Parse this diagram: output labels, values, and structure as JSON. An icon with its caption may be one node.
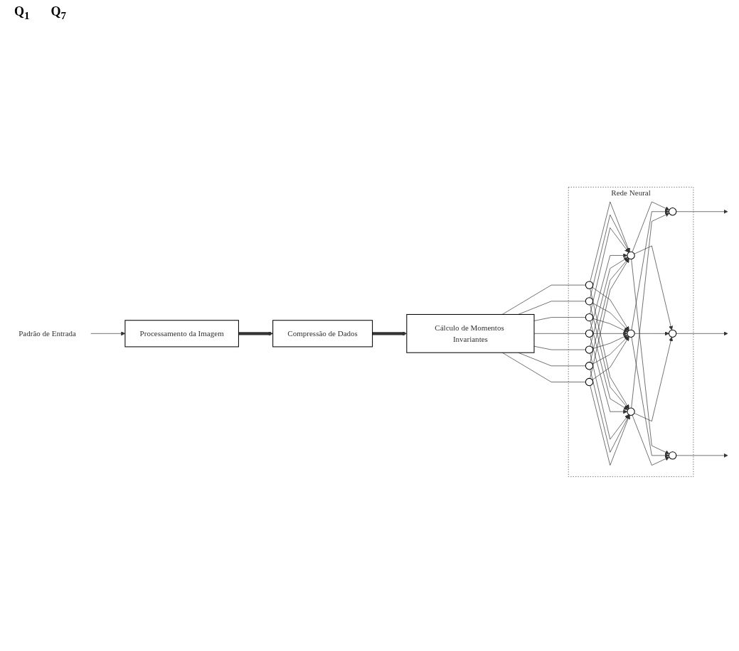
{
  "diagram": {
    "nodes": [
      {
        "text": [
          "Padrão de Entrada"
        ]
      },
      {
        "text": [
          "Processamento da Imagem"
        ]
      },
      {
        "text": [
          "Compressão de Dados"
        ]
      },
      {
        "text": [
          "Cálculo de Momentos Invariantes"
        ]
      },
      {
        "text": [
          "Rede Neural"
        ]
      },
      {
        "text": [],
        "shape": "circle",
        "in": 4
      },
      {
        "text": [],
        "shape": "circle",
        "in": 4
      },
      {
        "text": [],
        "shape": "circle",
        "in": 4
      },
      {
        "text": [],
        "shape": "circle",
        "in": 4
      },
      {
        "text": [],
        "shape": "circle",
        "in": 4
      },
      {
        "text": [],
        "shape": "circle",
        "in": 4
      },
      {
        "text": [],
        "shape": "circle",
        "in": 4
      },
      {
        "text": [],
        "shape": "circle",
        "in": 4
      },
      {
        "text": [],
        "shape": "circle",
        "in": 4
      },
      {
        "text": [],
        "shape": "circle",
        "in": 4
      },
      {
        "text": [],
        "shape": "circle",
        "in": 4
      },
      {
        "text": [],
        "shape": "circle",
        "in": 4
      },
      {
        "text": [],
        "shape": "circle",
        "in": 4
      }
    ],
    "edges": [
      {
        "from": 0,
        "to": 1,
        "arrow": "to"
      },
      {
        "from": 1,
        "to": 2,
        "arrow": "to",
        "style": "thick"
      },
      {
        "from": 2,
        "to": 3,
        "arrow": "to",
        "style": "thick"
      },
      {
        "from": 3,
        "to": 5,
        "arrow": "none"
      },
      {
        "from": 3,
        "to": 6,
        "arrow": "none"
      },
      {
        "from": 3,
        "to": 7,
        "arrow": "none"
      },
      {
        "from": 3,
        "to": 8,
        "arrow": "none"
      },
      {
        "from": 3,
        "to": 9,
        "arrow": "none"
      },
      {
        "from": 3,
        "to": 10,
        "arrow": "none"
      },
      {
        "from": 3,
        "to": 11,
        "arrow": "none"
      },
      {
        "from": 5,
        "to": 12,
        "arrow": "to"
      },
      {
        "from": 5,
        "to": 13,
        "arrow": "to"
      },
      {
        "from": 5,
        "to": 14,
        "arrow": "to"
      },
      {
        "from": 6,
        "to": 12,
        "arrow": "to"
      },
      {
        "from": 6,
        "to": 13,
        "arrow": "to"
      },
      {
        "from": 6,
        "to": 14,
        "arrow": "to"
      },
      {
        "from": 7,
        "to": 12,
        "arrow": "to"
      },
      {
        "from": 7,
        "to": 13,
        "arrow": "to"
      },
      {
        "from": 7,
        "to": 14,
        "arrow": "to"
      },
      {
        "from": 8,
        "to": 12,
        "arrow": "to"
      },
      {
        "from": 8,
        "to": 13,
        "arrow": "to"
      },
      {
        "from": 8,
        "to": 14,
        "arrow": "to"
      },
      {
        "from": 9,
        "to": 12,
        "arrow": "to"
      },
      {
        "from": 9,
        "to": 13,
        "arrow": "to"
      },
      {
        "from": 9,
        "to": 14,
        "arrow": "to"
      },
      {
        "from": 10,
        "to": 12,
        "arrow": "to"
      },
      {
        "from": 10,
        "to": 13,
        "arrow": "to"
      },
      {
        "from": 10,
        "to": 14,
        "arrow": "to"
      },
      {
        "from": 11,
        "to": 12,
        "arrow": "to"
      },
      {
        "from": 11,
        "to": 13,
        "arrow": "to"
      },
      {
        "from": 11,
        "to": 14,
        "arrow": "to"
      },
      {
        "from": 12,
        "to": 15,
        "arrow": "to"
      },
      {
        "from": 12,
        "to": 16,
        "arrow": "to"
      },
      {
        "from": 12,
        "to": 17,
        "arrow": "to"
      },
      {
        "from": 13,
        "to": 15,
        "arrow": "to"
      },
      {
        "from": 13,
        "to": 16,
        "arrow": "to"
      },
      {
        "from": 13,
        "to": 17,
        "arrow": "to"
      },
      {
        "from": 14,
        "to": 15,
        "arrow": "to"
      },
      {
        "from": 14,
        "to": 16,
        "arrow": "to"
      },
      {
        "from": 14,
        "to": 17,
        "arrow": "to"
      },
      {
        "from": 15,
        "to": null,
        "arrow": "to"
      },
      {
        "from": 16,
        "to": null,
        "arrow": "to"
      },
      {
        "from": 17,
        "to": null,
        "arrow": "to"
      }
    ],
    "labels": [
      "Q$_{1}$",
      "Q$_{7}$"
    ]
  }
}
